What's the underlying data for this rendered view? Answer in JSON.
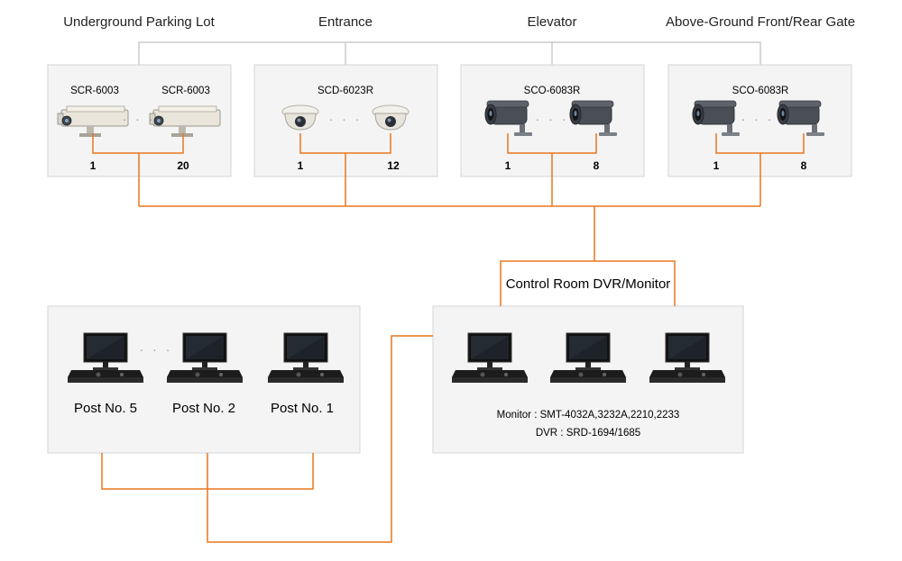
{
  "colors": {
    "connector": "#e8761e",
    "box_fill": "#f4f4f4",
    "box_stroke": "#d4d4d4",
    "header_line": "#cccccc",
    "text": "#222222"
  },
  "zones": [
    {
      "id": "underground",
      "title": "Underground Parking Lot",
      "camera_type": "box-camera",
      "models": [
        "SCR-6003",
        "SCR-6003"
      ],
      "range": [
        "1",
        "20"
      ]
    },
    {
      "id": "entrance",
      "title": "Entrance",
      "camera_type": "dome-camera",
      "models": [
        "SCD-6023R"
      ],
      "range": [
        "1",
        "12"
      ]
    },
    {
      "id": "elevator",
      "title": "Elevator",
      "camera_type": "bullet-camera",
      "models": [
        "SCO-6083R"
      ],
      "range": [
        "1",
        "8"
      ]
    },
    {
      "id": "gate",
      "title": "Above-Ground Front/Rear Gate",
      "camera_type": "bullet-camera",
      "models": [
        "SCO-6083R"
      ],
      "range": [
        "1",
        "8"
      ]
    }
  ],
  "control_room": {
    "title": "Control Room DVR/Monitor",
    "monitor_spec": "Monitor : SMT-4032A,3232A,2210,2233",
    "dvr_spec": "DVR : SRD-1694/1685"
  },
  "posts": {
    "labels": [
      "Post No. 5",
      "Post No. 2",
      "Post No. 1"
    ]
  }
}
